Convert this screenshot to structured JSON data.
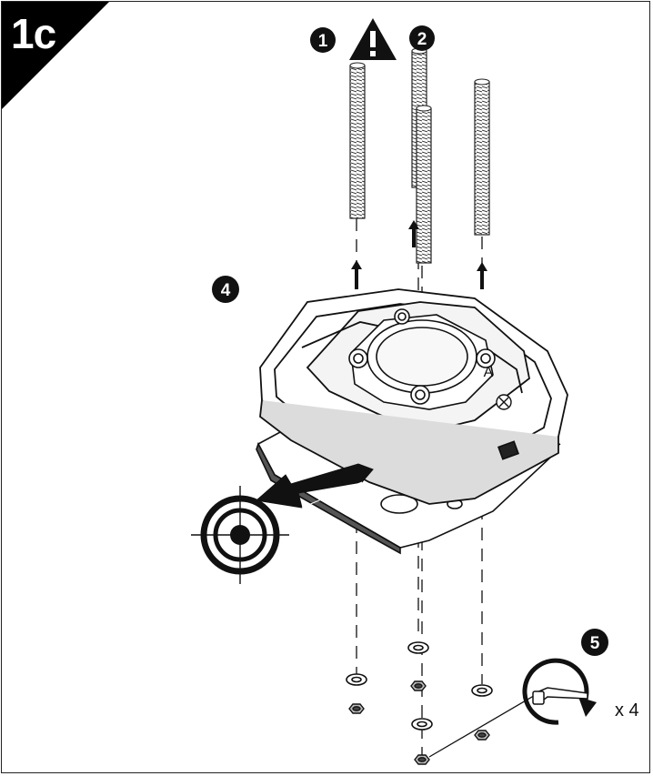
{
  "figure": {
    "step_label": "1c",
    "step_numbers": [
      "1",
      "2",
      "4",
      "5"
    ],
    "part_label": "A",
    "quantity_label": "x 4",
    "colors": {
      "ink": "#111111",
      "background": "#ffffff",
      "warning": "#111111"
    }
  }
}
